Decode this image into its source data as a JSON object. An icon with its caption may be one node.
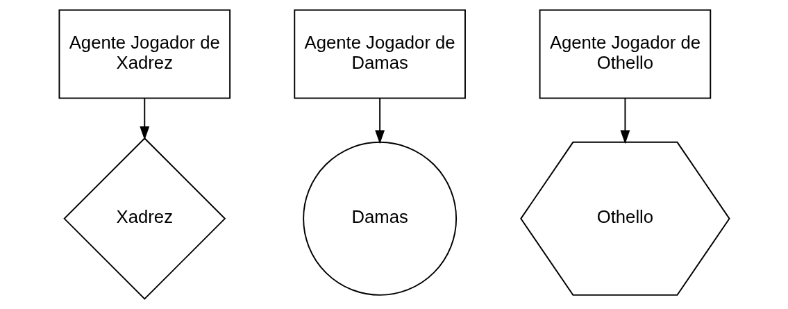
{
  "diagram": {
    "nodes": [
      {
        "text": [
          "Agente Jogador de Xadrez"
        ]
      },
      {
        "text": [
          "Agente Jogador de Damas"
        ]
      },
      {
        "text": [
          "Agente Jogador de Othello"
        ]
      },
      {
        "text": [
          "Xadrez"
        ]
      },
      {
        "text": [
          "Damas"
        ]
      },
      {
        "text": [
          "Othello"
        ]
      }
    ],
    "edges": [
      {
        "from": 0,
        "to": 3,
        "arrow": "to"
      },
      {
        "from": 1,
        "to": 4,
        "arrow": "to"
      },
      {
        "from": 2,
        "to": 5,
        "arrow": "to"
      }
    ]
  }
}
